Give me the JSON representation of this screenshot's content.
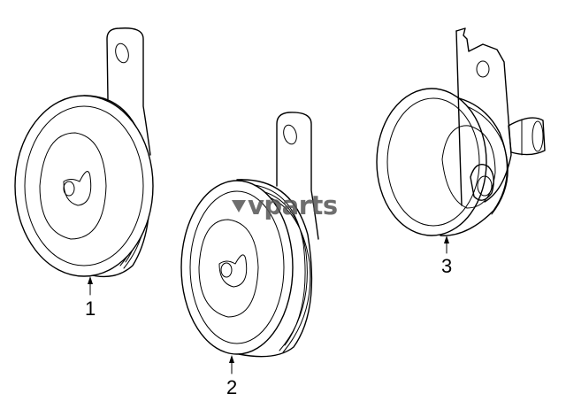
{
  "watermark": {
    "text": "vparts",
    "color": "#555555"
  },
  "callouts": [
    {
      "number": "1"
    },
    {
      "number": "2"
    },
    {
      "number": "3"
    }
  ]
}
